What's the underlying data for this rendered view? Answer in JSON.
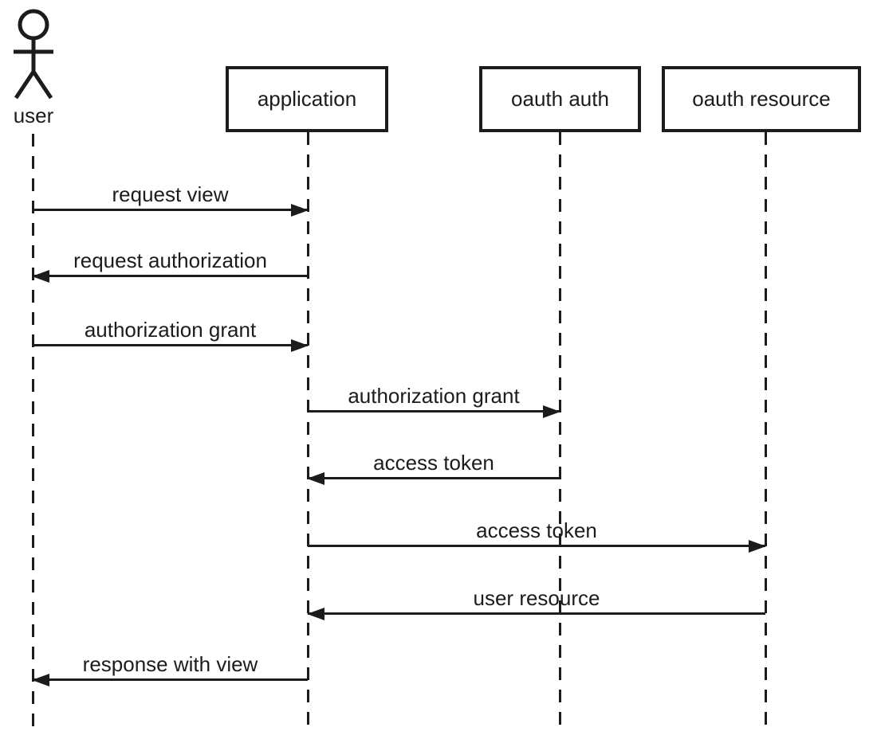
{
  "diagram": {
    "type": "uml-sequence-diagram",
    "actor": {
      "label": "user"
    },
    "participants": [
      {
        "id": "application",
        "label": "application"
      },
      {
        "id": "oauth-auth",
        "label": "oauth auth"
      },
      {
        "id": "oauth-resource",
        "label": "oauth resource"
      }
    ],
    "messages": [
      {
        "label": "request view",
        "from": "user",
        "to": "application",
        "direction": "right"
      },
      {
        "label": "request authorization",
        "from": "application",
        "to": "user",
        "direction": "left"
      },
      {
        "label": "authorization grant",
        "from": "user",
        "to": "application",
        "direction": "right"
      },
      {
        "label": "authorization grant",
        "from": "application",
        "to": "oauth auth",
        "direction": "right"
      },
      {
        "label": "access token",
        "from": "oauth auth",
        "to": "application",
        "direction": "left"
      },
      {
        "label": "access token",
        "from": "application",
        "to": "oauth resource",
        "direction": "right"
      },
      {
        "label": "user resource",
        "from": "oauth resource",
        "to": "application",
        "direction": "left"
      },
      {
        "label": "response with view",
        "from": "application",
        "to": "user",
        "direction": "left"
      }
    ],
    "colors": {
      "stroke": "#1c1c1c",
      "background": "#ffffff"
    }
  }
}
